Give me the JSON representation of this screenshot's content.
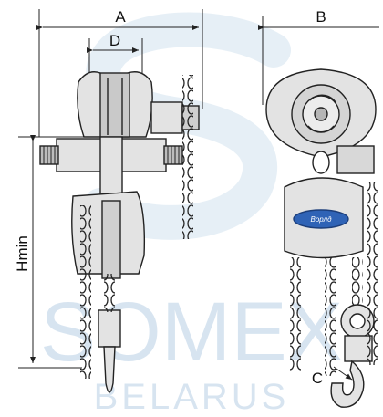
{
  "dimension_labels": {
    "a": "A",
    "b": "B",
    "c": "C",
    "d": "D",
    "hmin": "Hmin"
  },
  "logo": {
    "badge_text": "Ворлд"
  },
  "watermark": {
    "line1": "SOMEX",
    "line2": "BELARUS"
  },
  "colors": {
    "line": "#222222",
    "metal_fill": "#e3e3e3",
    "metal_dark": "#b5b5b5",
    "badge_blue": "#2f63b6",
    "watermark_blue": "#8fb4d6"
  }
}
